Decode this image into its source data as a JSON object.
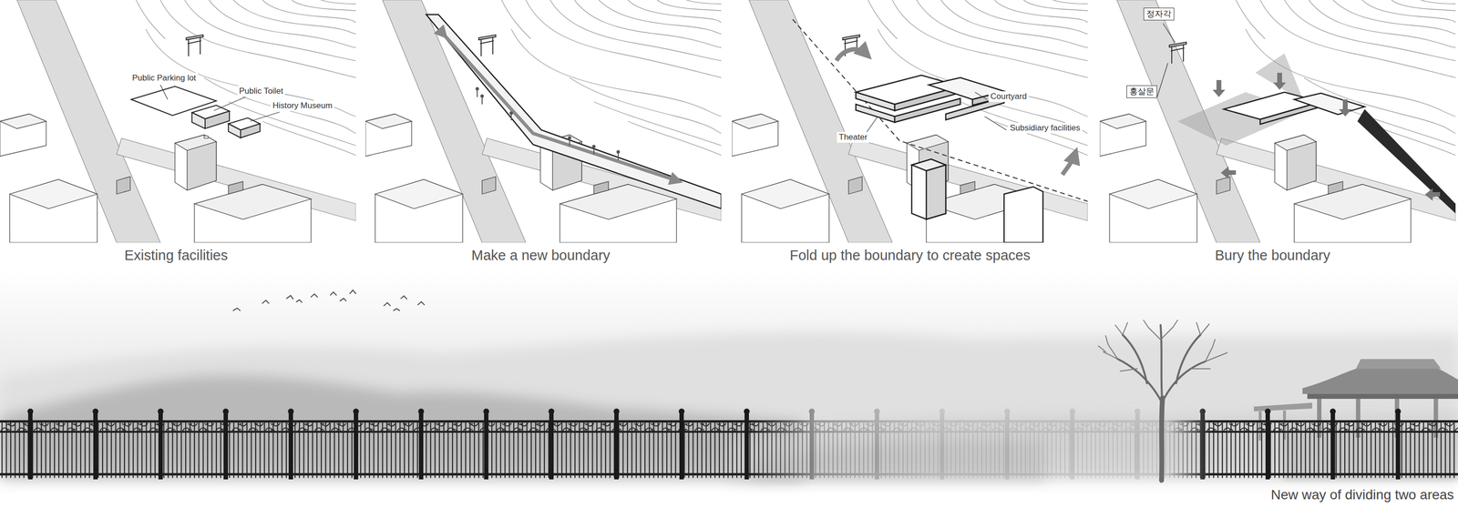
{
  "diagram": {
    "labels": [
      "Public Parking lot",
      "Public Toilet",
      "History Museum",
      "Existing facilities",
      "Make a new boundary",
      "Courtyard",
      "Subsidiary facilities",
      "Theater",
      "Fold up the boundary to create spaces",
      "정자각",
      "홍살문",
      "Bury the boundary",
      "New way of dividing two areas"
    ]
  }
}
